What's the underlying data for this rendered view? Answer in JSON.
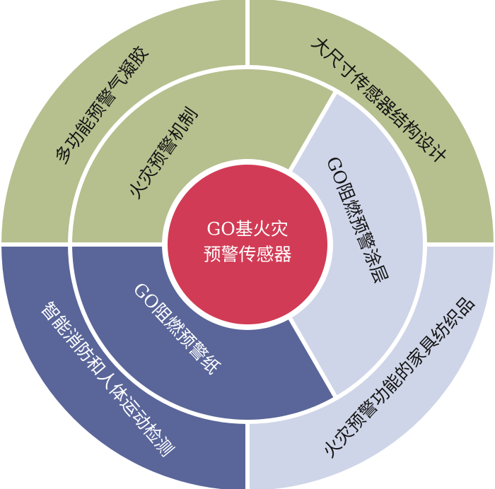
{
  "center": {
    "line1": "GO基火灾",
    "line2": "预警传感器"
  },
  "outer": [
    {
      "label": "多功能预警气凝胶",
      "color": "#b6bf8e"
    },
    {
      "label": "大尺寸传感器结构设计",
      "color": "#b6bf8e"
    },
    {
      "label": "火灾预警功能的家具纺织品",
      "color": "#cfd5e8"
    },
    {
      "label": "智能消防和人体运动检测",
      "color": "#5a6699"
    }
  ],
  "inner": [
    {
      "label": "火灾预警机制",
      "color": "#b6bf8e"
    },
    {
      "label": "GO阻燃预警涂层",
      "color": "#cfd5e8"
    },
    {
      "label": "GO阻燃预警纸",
      "color": "#5a6699"
    }
  ],
  "center_color": "#d23b55"
}
